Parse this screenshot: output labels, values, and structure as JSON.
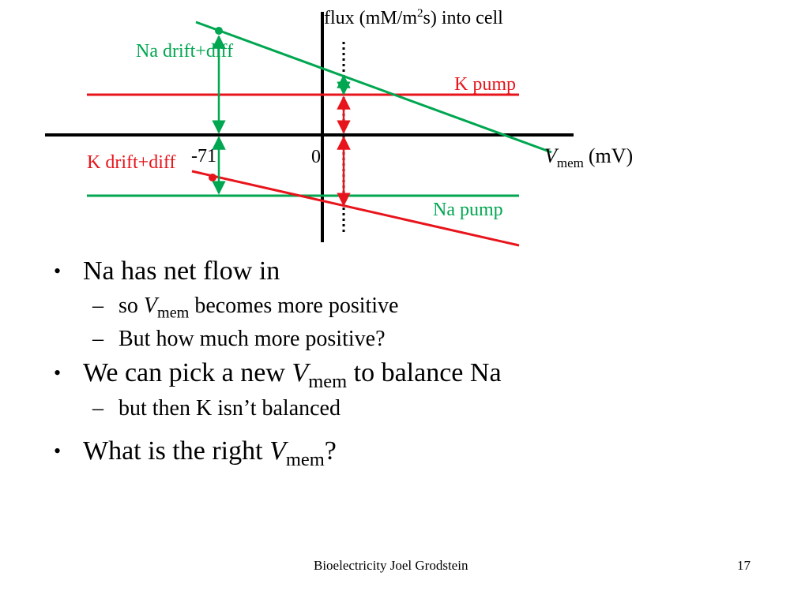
{
  "diagram": {
    "y_axis_label_pre": "flux (mM/m",
    "y_axis_label_sup": "2",
    "y_axis_label_post": "s) into cell",
    "x_axis_var": "V",
    "x_axis_sub": "mem",
    "x_axis_unit": "(mV)",
    "tick_neg": "-71",
    "tick_zero": "0",
    "labels": {
      "na_drift": "Na drift+diff",
      "k_pump": "K pump",
      "k_drift": "K drift+diff",
      "na_pump": "Na pump"
    },
    "colors": {
      "na": "#00a650",
      "k": "#e8141b",
      "axis": "#000000"
    }
  },
  "bullets": {
    "b1": "Na has net flow in",
    "b1a_pre": "so ",
    "b1a_var": "V",
    "b1a_sub": "mem",
    "b1a_post": " becomes more positive",
    "b1b": "But how much more positive?",
    "b2_pre": "We can pick a new ",
    "b2_var": "V",
    "b2_sub": "mem",
    "b2_post": " to balance Na",
    "b2a": "but then K isn’t balanced",
    "b3_pre": "What is the right ",
    "b3_var": "V",
    "b3_sub": "mem",
    "b3_post": "?",
    "bullet_char": "•",
    "dash_char": "–"
  },
  "footer": {
    "text": "Bioelectricity Joel Grodstein",
    "page": "17"
  }
}
